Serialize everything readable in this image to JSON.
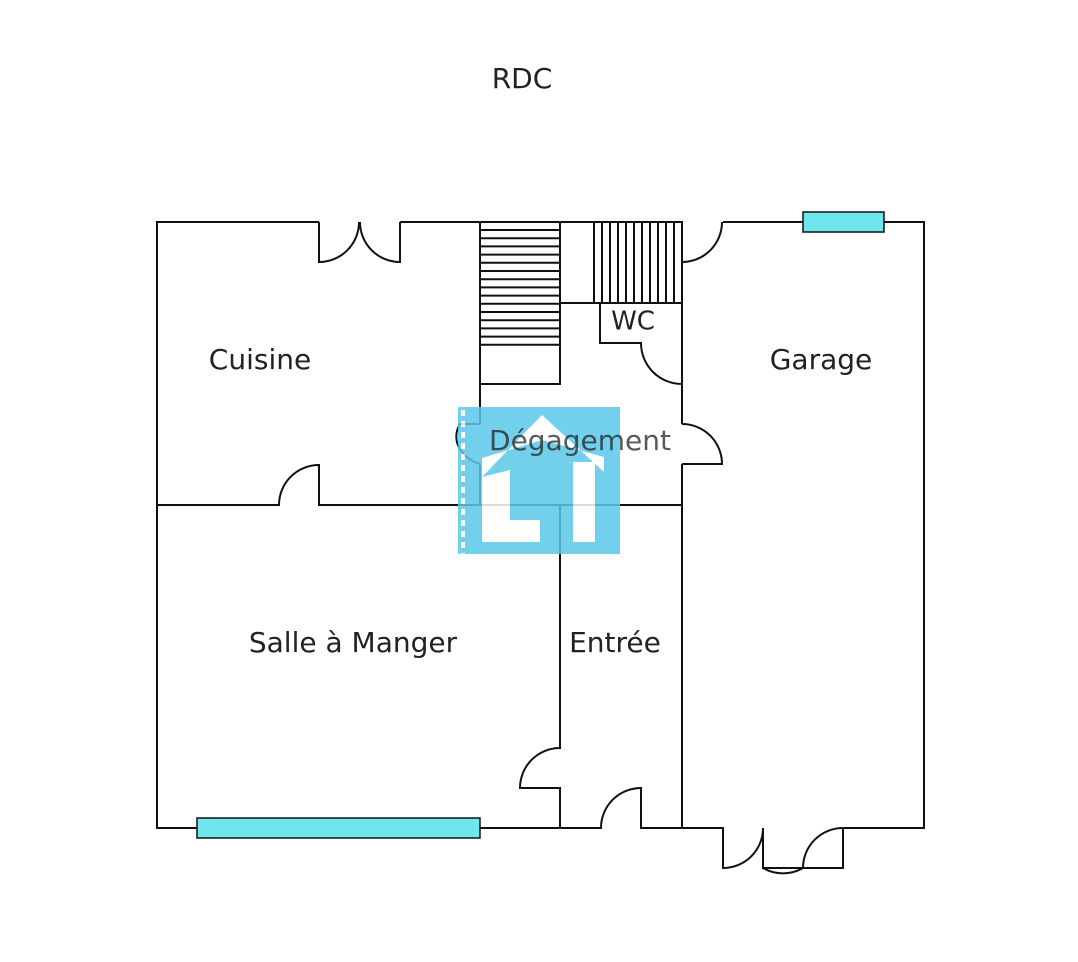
{
  "title": "RDC",
  "rooms": {
    "cuisine": "Cuisine",
    "garage": "Garage",
    "wc": "WC",
    "degagement": "Dégagement",
    "salle_a_manger": "Salle à Manger",
    "entree": "Entrée"
  },
  "colors": {
    "window": "#6fe6ee",
    "logo": "#5bc8ea",
    "wall": "#111111"
  }
}
